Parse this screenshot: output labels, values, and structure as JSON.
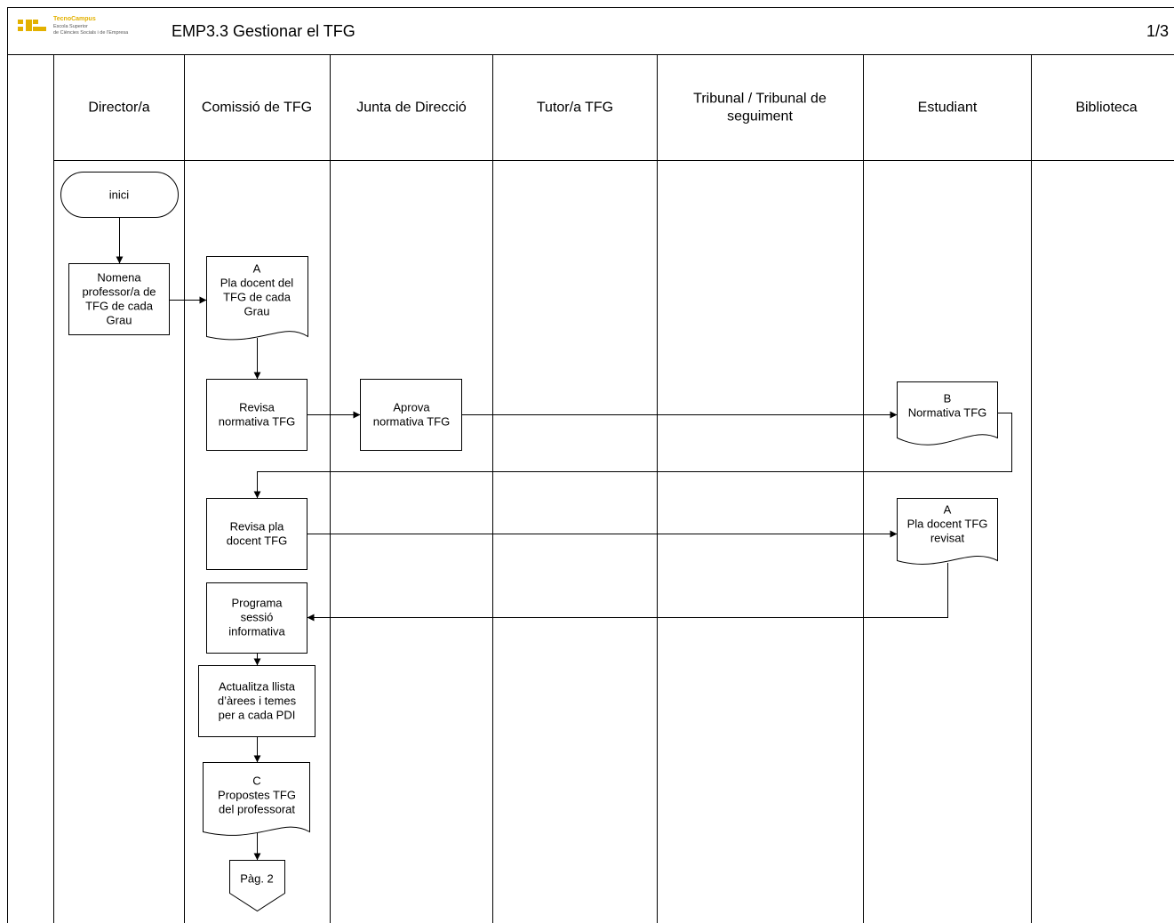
{
  "header": {
    "logo": {
      "name": "TecnoCampus",
      "subtitle_line1": "Escola Superior",
      "subtitle_line2": "de Ciències Socials i de l'Empresa",
      "brand_color": "#e3b100"
    },
    "title": "EMP3.3 Gestionar el TFG",
    "page": "1/3"
  },
  "lanes": [
    {
      "lines": [
        "Director/a"
      ]
    },
    {
      "lines": [
        "Comissió de TFG"
      ]
    },
    {
      "lines": [
        "Junta de Direcció"
      ]
    },
    {
      "lines": [
        "Tutor/a TFG"
      ]
    },
    {
      "lines": [
        "Tribunal / Tribunal de",
        "seguiment"
      ]
    },
    {
      "lines": [
        "Estudiant"
      ]
    },
    {
      "lines": [
        "Biblioteca"
      ]
    }
  ],
  "nodes": {
    "start": {
      "lines": [
        "inici"
      ]
    },
    "nomena": {
      "lines": [
        "Nomena",
        "professor/a de",
        "TFG de cada",
        "Grau"
      ]
    },
    "pla_docent": {
      "lines": [
        "A",
        "Pla docent del",
        "TFG de cada",
        "Grau"
      ]
    },
    "revisa_normativa": {
      "lines": [
        "Revisa",
        "normativa TFG"
      ]
    },
    "aprova_normativa": {
      "lines": [
        "Aprova",
        "normativa TFG"
      ]
    },
    "normativa_tfg": {
      "lines": [
        "B",
        "Normativa TFG"
      ]
    },
    "revisa_pla": {
      "lines": [
        "Revisa pla",
        "docent TFG"
      ]
    },
    "pla_revisat": {
      "lines": [
        "A",
        "Pla docent TFG",
        "revisat"
      ]
    },
    "programa_sessio": {
      "lines": [
        "Programa",
        "sessió",
        "informativa"
      ]
    },
    "actualitza": {
      "lines": [
        "Actualitza llista",
        "d’àrees i temes",
        "per a cada PDI"
      ]
    },
    "propostes": {
      "lines": [
        "C",
        "Propostes TFG",
        "del professorat"
      ]
    },
    "pag2": {
      "lines": [
        "Pàg. 2"
      ]
    }
  }
}
